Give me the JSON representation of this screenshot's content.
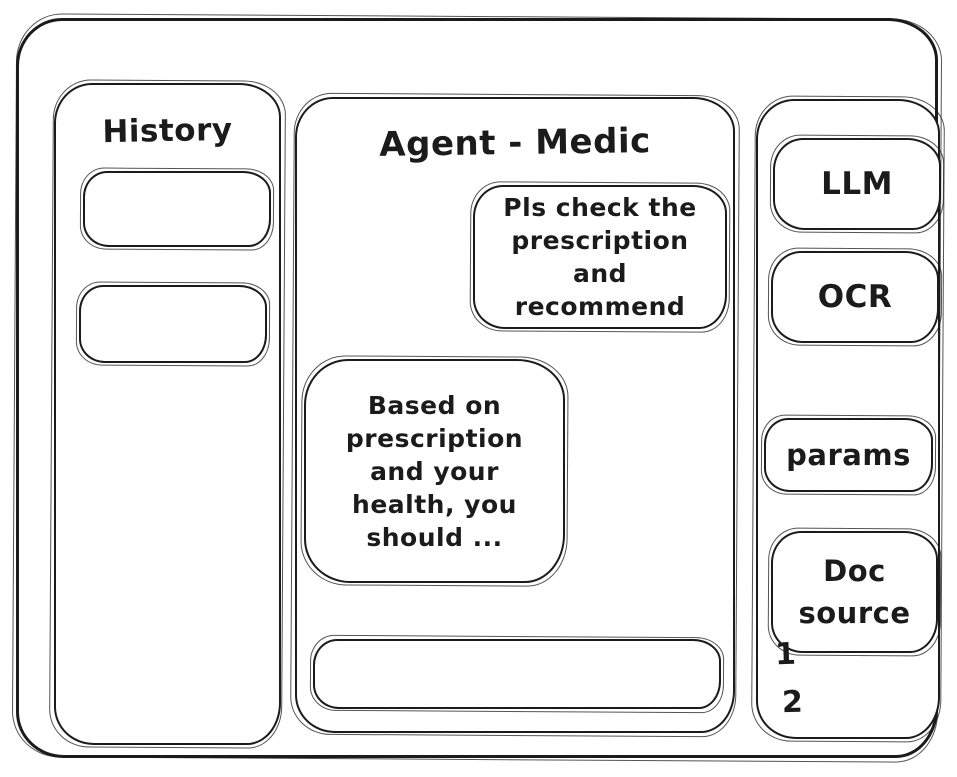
{
  "window": {
    "title": "Agent - Medic"
  },
  "sidebar": {
    "title": "History",
    "items": [
      {
        "label": ""
      },
      {
        "label": ""
      }
    ]
  },
  "chat": {
    "messages": [
      {
        "role": "user",
        "text": "Pls check the prescription and recommend"
      },
      {
        "role": "assistant",
        "text": "Based on prescription and your health, you should ..."
      }
    ],
    "input": {
      "value": "",
      "placeholder": ""
    }
  },
  "right_panel": {
    "buttons": [
      {
        "label": "LLM"
      },
      {
        "label": "OCR"
      },
      {
        "label": "params"
      },
      {
        "label": "Doc source"
      }
    ],
    "sources": [
      "1",
      "2"
    ]
  },
  "colors": {
    "ink": "#1b1b1b",
    "background": "#ffffff"
  }
}
